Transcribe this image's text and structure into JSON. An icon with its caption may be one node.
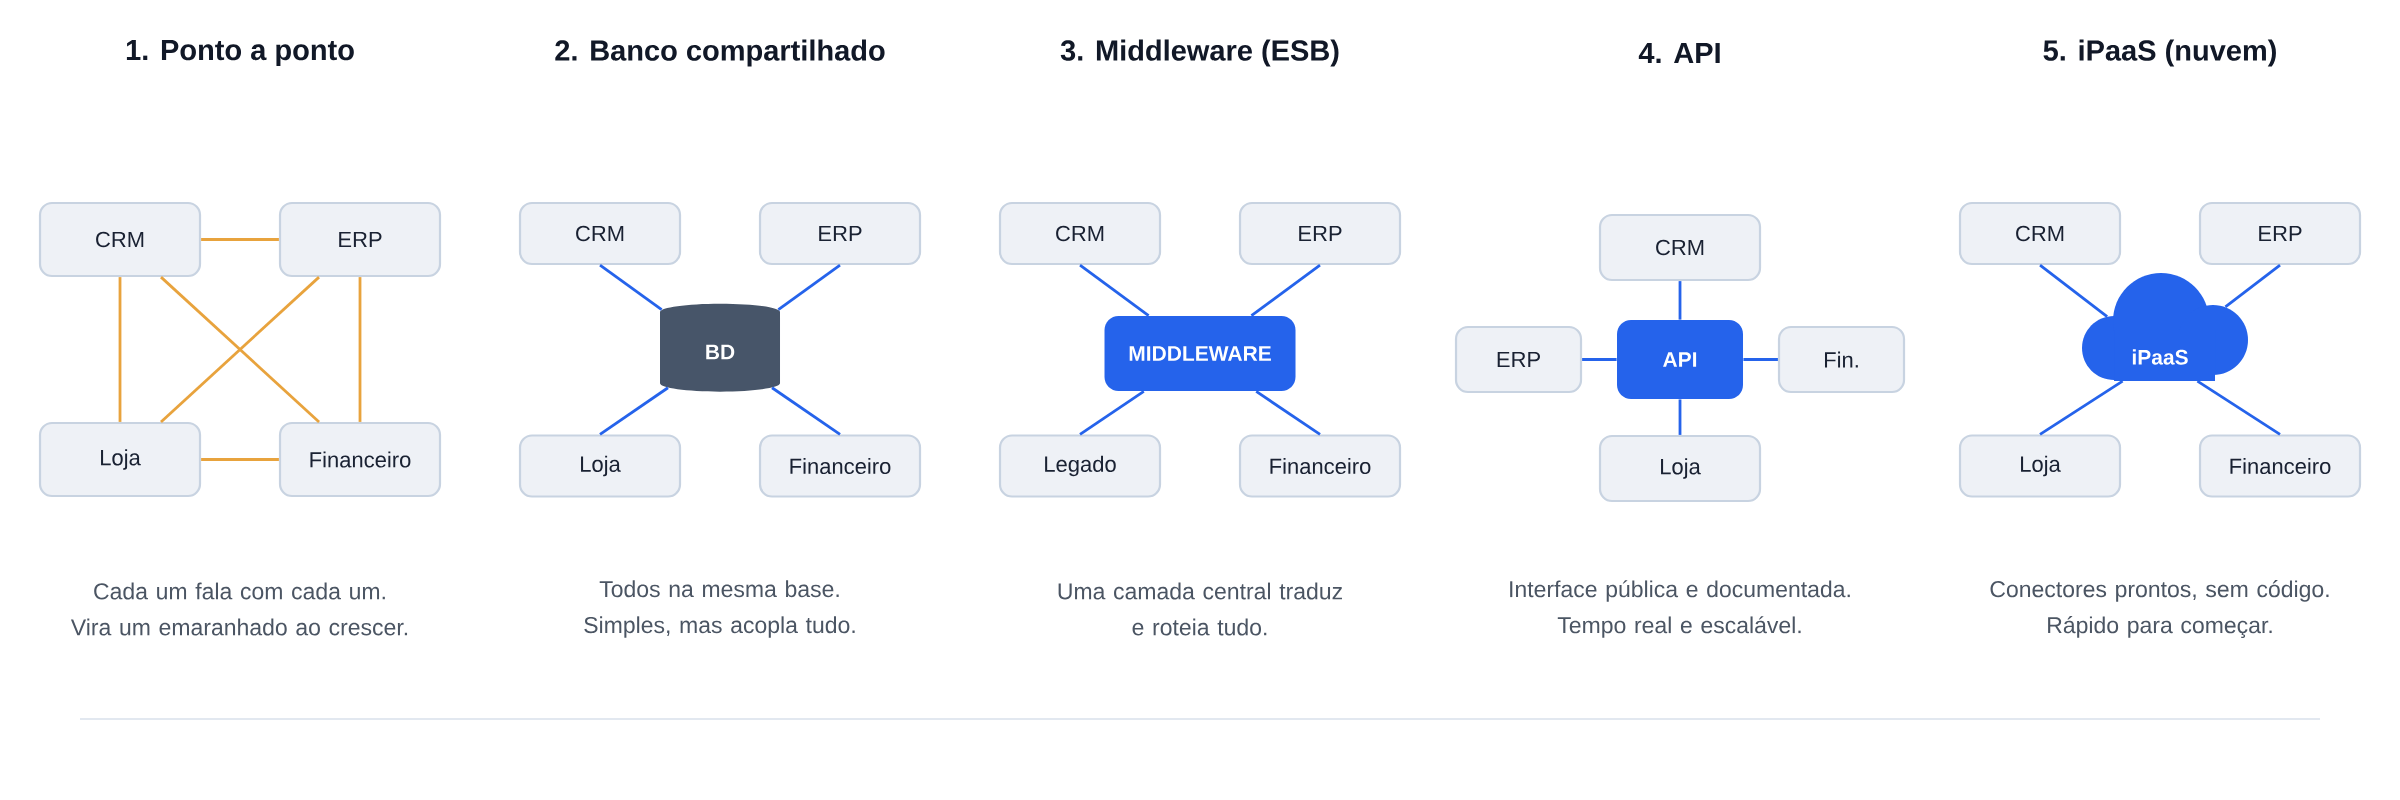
{
  "diagram": {
    "nodes": [
      {
        "text": [
          "CRM"
        ]
      },
      {
        "text": [
          "ERP"
        ]
      },
      {
        "text": [
          "Loja"
        ]
      },
      {
        "text": [
          "Financeiro"
        ]
      },
      {
        "text": [
          "CRM"
        ]
      },
      {
        "text": [
          "ERP"
        ]
      },
      {
        "text": [
          "BD"
        ]
      },
      {
        "text": [
          "Loja"
        ]
      },
      {
        "text": [
          "Financeiro"
        ]
      },
      {
        "text": [
          "CRM"
        ]
      },
      {
        "text": [
          "ERP"
        ]
      },
      {
        "text": [
          "MIDDLEWARE"
        ]
      },
      {
        "text": [
          "Legado"
        ]
      },
      {
        "text": [
          "Financeiro"
        ]
      },
      {
        "text": [
          "CRM"
        ]
      },
      {
        "text": [
          "ERP"
        ]
      },
      {
        "text": [
          "API"
        ]
      },
      {
        "text": [
          "Fin."
        ]
      },
      {
        "text": [
          "Loja"
        ]
      },
      {
        "text": [
          "CRM"
        ]
      },
      {
        "text": [
          "ERP"
        ]
      },
      {
        "text": [
          "iPaaS"
        ]
      },
      {
        "text": [
          "Loja"
        ]
      },
      {
        "text": [
          "Financeiro"
        ]
      }
    ],
    "edges": [
      {
        "from": 0,
        "to": 1,
        "arrow": "none",
        "color": "#e8a33d"
      },
      {
        "from": 0,
        "to": 2,
        "arrow": "none",
        "color": "#e8a33d"
      },
      {
        "from": 0,
        "to": 3,
        "arrow": "none",
        "color": "#e8a33d"
      },
      {
        "from": 1,
        "to": 2,
        "arrow": "none",
        "color": "#e8a33d"
      },
      {
        "from": 1,
        "to": 3,
        "arrow": "none",
        "color": "#e8a33d"
      },
      {
        "from": 2,
        "to": 3,
        "arrow": "none",
        "color": "#e8a33d"
      },
      {
        "from": 4,
        "to": 6,
        "arrow": "none"
      },
      {
        "from": 5,
        "to": 6,
        "arrow": "none"
      },
      {
        "from": 7,
        "to": 6,
        "arrow": "none"
      },
      {
        "from": 8,
        "to": 6,
        "arrow": "none"
      },
      {
        "from": 9,
        "to": 11,
        "arrow": "none"
      },
      {
        "from": 10,
        "to": 11,
        "arrow": "none"
      },
      {
        "from": 12,
        "to": 11,
        "arrow": "none"
      },
      {
        "from": 13,
        "to": 11,
        "arrow": "none"
      },
      {
        "from": 14,
        "to": 16,
        "arrow": "none"
      },
      {
        "from": 15,
        "to": 16,
        "arrow": "none"
      },
      {
        "from": 17,
        "to": 16,
        "arrow": "none"
      },
      {
        "from": 18,
        "to": 16,
        "arrow": "none"
      },
      {
        "from": 19,
        "to": 21,
        "arrow": "none"
      },
      {
        "from": 20,
        "to": 21,
        "arrow": "none"
      },
      {
        "from": 22,
        "to": 21,
        "arrow": "none"
      },
      {
        "from": 23,
        "to": 21,
        "arrow": "none"
      }
    ],
    "labels": [
      "1. Ponto a ponto",
      "2. Banco compartilhado",
      "3. Middleware (ESB)",
      "4. API",
      "5. iPaaS (nuvem)",
      "Cada um fala com cada um. Vira um emaranhado ao crescer.",
      "Todos na mesma base. Simples, mas acopla tudo.",
      "Uma camada central traduz e roteia tudo.",
      "Interface pública e documentada. Tempo real e escalável.",
      "Conectores prontos, sem código. Rápido para começar."
    ]
  }
}
